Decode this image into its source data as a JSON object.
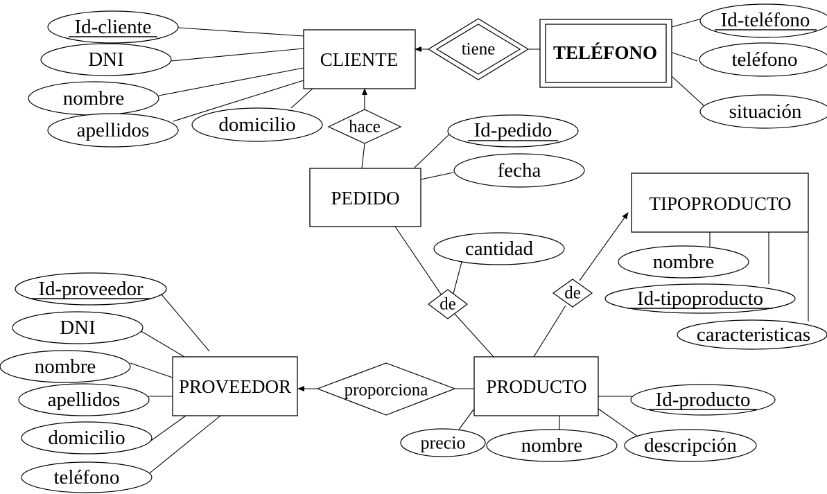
{
  "entities": {
    "cliente": "CLIENTE",
    "telefono": "TELÉFONO",
    "pedido": "PEDIDO",
    "tipoproducto": "TIPOPRODUCTO",
    "proveedor": "PROVEEDOR",
    "producto": "PRODUCTO"
  },
  "relationships": {
    "tiene": "tiene",
    "hace": "hace",
    "de_pedido_producto": "de",
    "de_producto_tipo": "de",
    "proporciona": "proporciona"
  },
  "attributes": {
    "cliente": {
      "id": "Id-cliente",
      "dni": "DNI",
      "nombre": "nombre",
      "apellidos": "apellidos",
      "domicilio": "domicilio"
    },
    "telefono": {
      "id": "Id-teléfono",
      "telefono": "teléfono",
      "situacion": "situación"
    },
    "pedido": {
      "id": "Id-pedido",
      "fecha": "fecha"
    },
    "de": {
      "cantidad": "cantidad"
    },
    "tipoproducto": {
      "nombre": "nombre",
      "id": "Id-tipoproducto",
      "caracteristicas": "caracteristicas"
    },
    "proveedor": {
      "id": "Id-proveedor",
      "dni": "DNI",
      "nombre": "nombre",
      "apellidos": "apellidos",
      "domicilio": "domicilio",
      "telefono": "teléfono"
    },
    "producto": {
      "id": "Id-producto",
      "precio": "precio",
      "nombre": "nombre",
      "descripcion": "descripción"
    }
  }
}
